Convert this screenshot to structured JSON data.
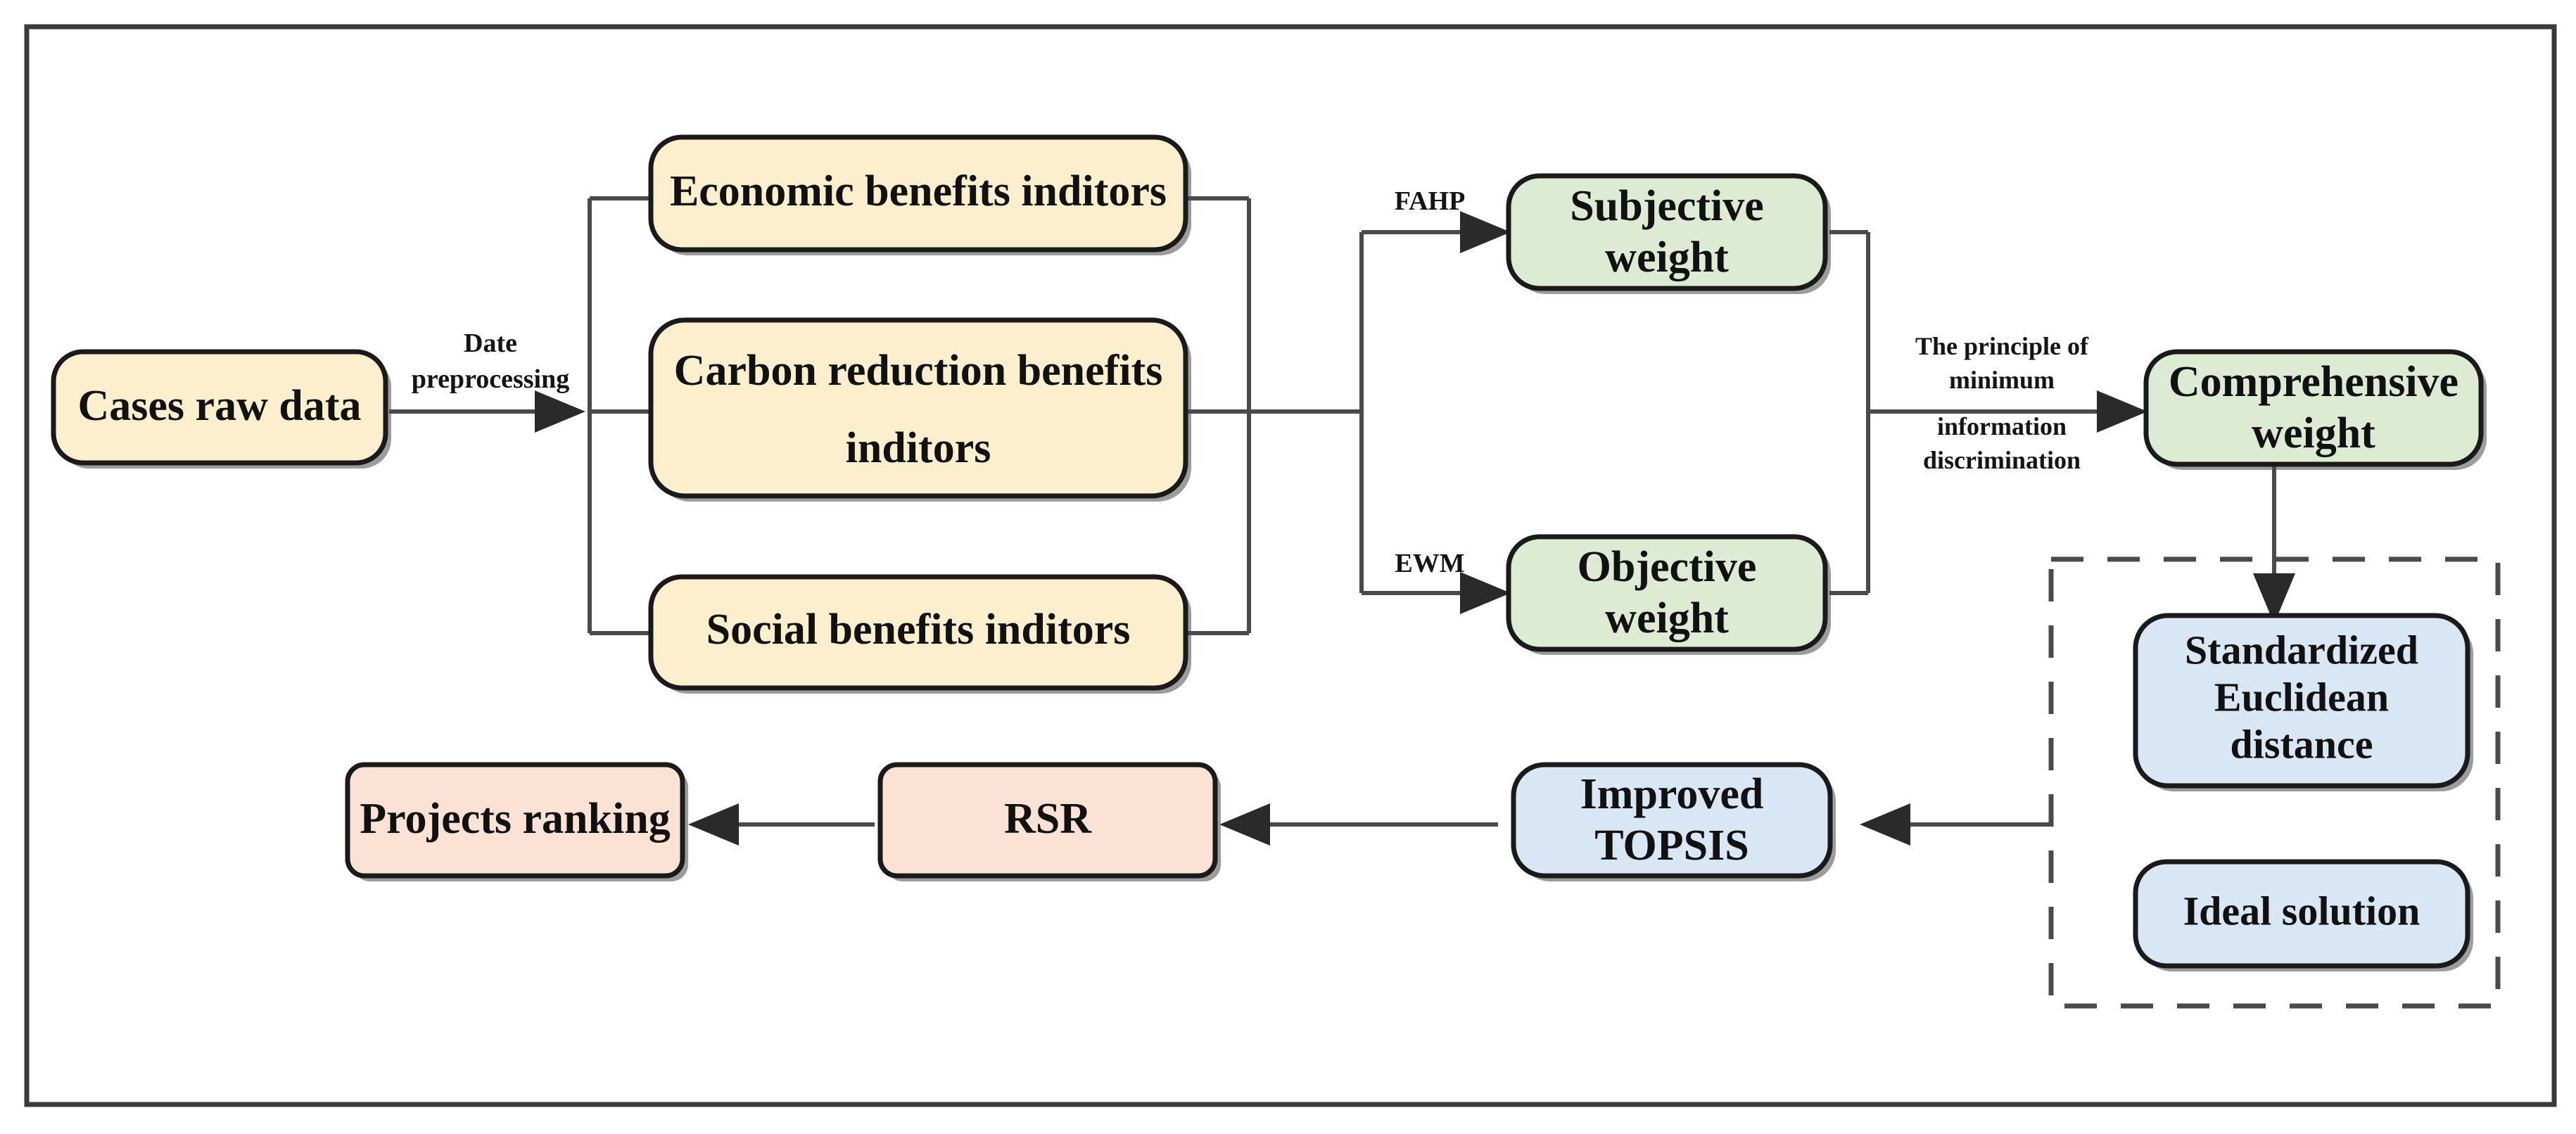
{
  "diagram": {
    "title": "Evaluation methodology flowchart",
    "frame": {
      "border_color": "#3a3a3a"
    },
    "palette": {
      "yellow_fill": "#FCEFCD",
      "green_fill": "#DDEBD4",
      "blue_fill": "#D9E7F5",
      "pink_fill": "#FBE2D5",
      "node_stroke": "#1a1a1a",
      "edge_color": "#4a4a4a",
      "dashed_color": "#4a4a4a"
    },
    "nodes": {
      "cases_raw_data": {
        "label": "Cases raw data",
        "fill": "#FCEFCD"
      },
      "economic_benefits": {
        "label": "Economic benefits inditors",
        "fill": "#FCEFCD"
      },
      "carbon_reduction_line1": {
        "label": "Carbon reduction benefits",
        "fill": "#FCEFCD"
      },
      "carbon_reduction_line2": {
        "label": "inditors"
      },
      "social_benefits": {
        "label": "Social benefits inditors",
        "fill": "#FCEFCD"
      },
      "subjective_weight_line1": {
        "label": "Subjective",
        "fill": "#DDEBD4"
      },
      "subjective_weight_line2": {
        "label": "weight"
      },
      "objective_weight_line1": {
        "label": "Objective",
        "fill": "#DDEBD4"
      },
      "objective_weight_line2": {
        "label": "weight"
      },
      "comprehensive_weight_line1": {
        "label": "Comprehensive",
        "fill": "#DDEBD4"
      },
      "comprehensive_weight_line2": {
        "label": "weight"
      },
      "standardized_distance_line1": {
        "label": "Standardized",
        "fill": "#D9E7F5"
      },
      "standardized_distance_line2": {
        "label": "Euclidean"
      },
      "standardized_distance_line3": {
        "label": "distance"
      },
      "ideal_solution": {
        "label": "Ideal solution",
        "fill": "#D9E7F5"
      },
      "improved_topsis_line1": {
        "label": "Improved",
        "fill": "#D9E7F5"
      },
      "improved_topsis_line2": {
        "label": "TOPSIS"
      },
      "rsr": {
        "label": "RSR",
        "fill": "#FBE2D5"
      },
      "projects_ranking": {
        "label": "Projects ranking",
        "fill": "#FBE2D5"
      }
    },
    "edge_labels": {
      "date_preprocessing_line1": "Date",
      "date_preprocessing_line2": "preprocessing",
      "fahp": "FAHP",
      "ewm": "EWM",
      "min_info_line1": "The principle of",
      "min_info_line2": "minimum",
      "min_info_line3": "information",
      "min_info_line4": "discrimination"
    }
  }
}
